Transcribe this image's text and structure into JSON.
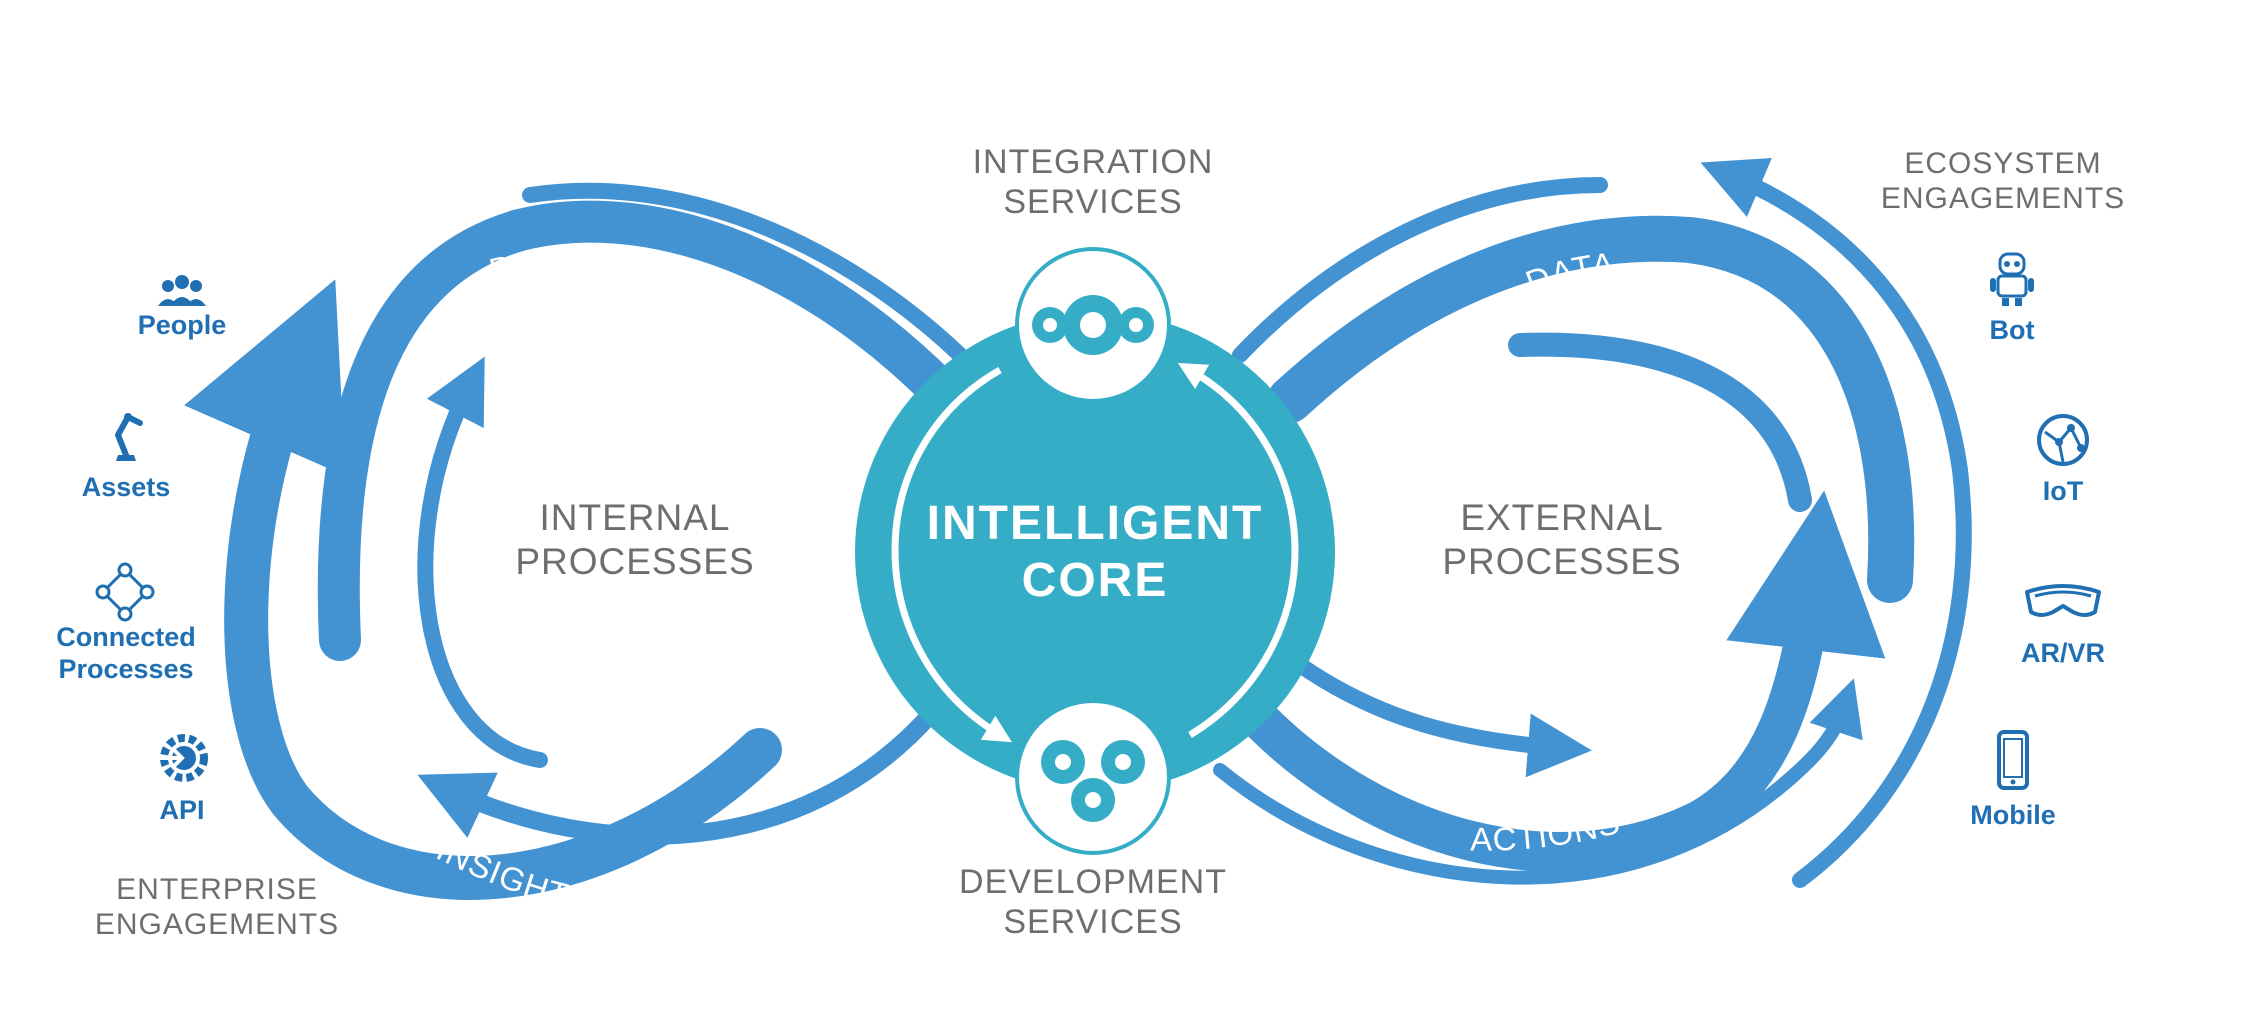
{
  "colors": {
    "arrow_blue": "#4393d3",
    "core_teal": "#35adc6",
    "icon_blue": "#1f6fb2",
    "text_gray": "#6e6e6e"
  },
  "center": {
    "title_line1": "INTELLIGENT",
    "title_line2": "CORE",
    "top_label_line1": "INTEGRATION",
    "top_label_line2": "SERVICES",
    "bottom_label_line1": "DEVELOPMENT",
    "bottom_label_line2": "SERVICES",
    "top_icon": "gears-icon",
    "bottom_icon": "gears-icon"
  },
  "loops": {
    "left": {
      "line1": "INTERNAL",
      "line2": "PROCESSES",
      "flow_top": "DATA",
      "flow_bottom": "INSIGHTS"
    },
    "right": {
      "line1": "EXTERNAL",
      "line2": "PROCESSES",
      "flow_top": "DATA",
      "flow_bottom": "ACTIONS"
    }
  },
  "enterprise": {
    "heading_line1": "ENTERPRISE",
    "heading_line2": "ENGAGEMENTS",
    "items": [
      {
        "label": "People",
        "icon": "people-icon"
      },
      {
        "label": "Assets",
        "icon": "robot-arm-icon"
      },
      {
        "label_line1": "Connected",
        "label_line2": "Processes",
        "icon": "connected-nodes-icon"
      },
      {
        "label": "API",
        "icon": "api-gear-icon"
      }
    ]
  },
  "ecosystem": {
    "heading_line1": "ECOSYSTEM",
    "heading_line2": "ENGAGEMENTS",
    "items": [
      {
        "label": "Bot",
        "icon": "bot-icon"
      },
      {
        "label": "IoT",
        "icon": "iot-globe-icon"
      },
      {
        "label": "AR/VR",
        "icon": "vr-headset-icon"
      },
      {
        "label": "Mobile",
        "icon": "mobile-phone-icon"
      }
    ]
  }
}
